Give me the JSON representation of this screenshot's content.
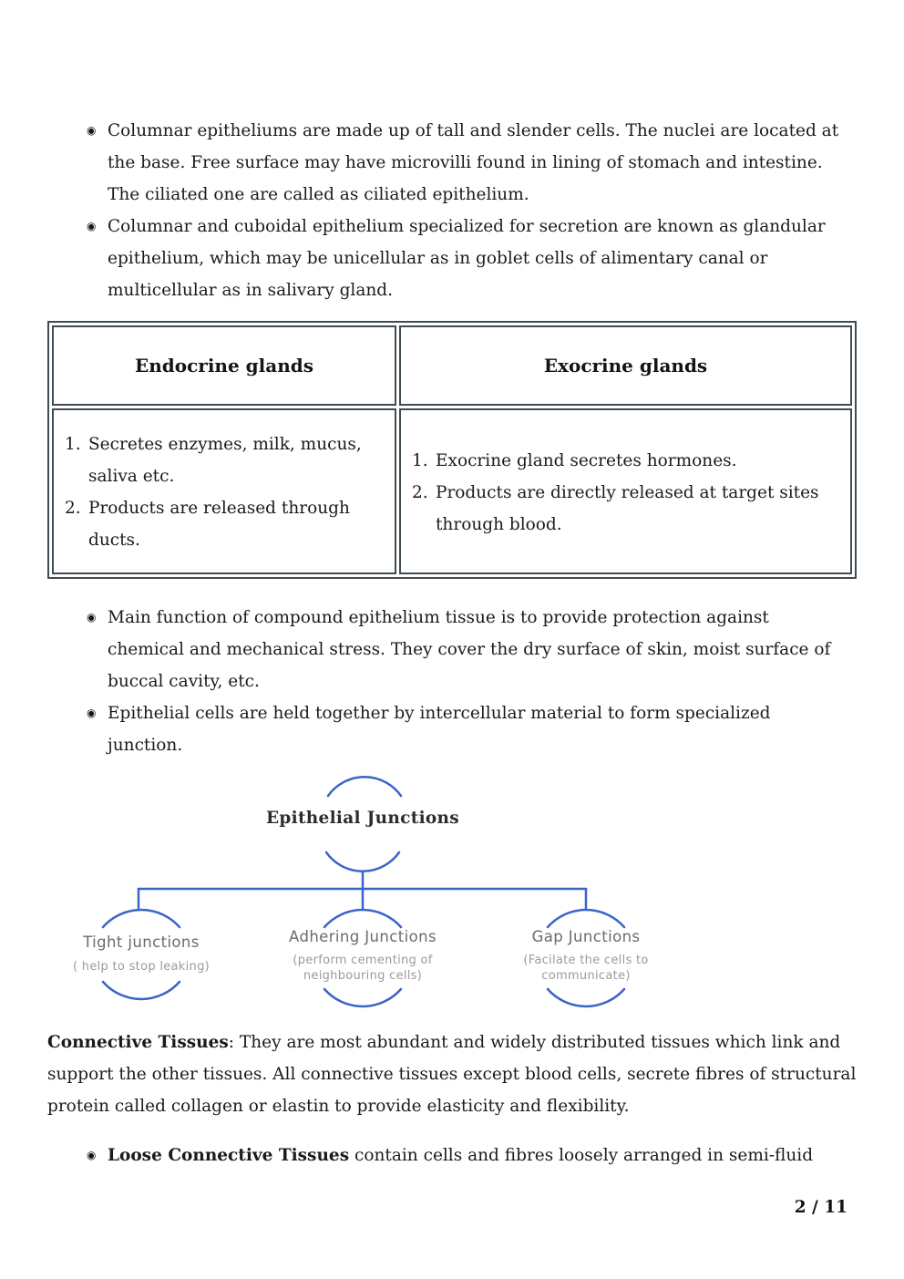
{
  "colors": {
    "diagram_blue": "#3a64c8",
    "table_border": "#3f4d52"
  },
  "bullet_glyph": "◉",
  "bullets_top": [
    {
      "text": "Columnar epitheliums are made up of tall and slender cells. The nuclei are located at\nthe base. Free surface may have microvilli found in lining of stomach and intestine.\nThe ciliated one are called as ciliated epithelium."
    },
    {
      "text": "Columnar and cuboidal epithelium specialized for secretion are known as glandular\nepithelium, which may be unicellular as in goblet cells of alimentary canal or\nmulticellular as in salivary gland."
    }
  ],
  "table": {
    "headers": [
      "Endocrine glands",
      "Exocrine glands"
    ],
    "endocrine_items": [
      {
        "num": "1.",
        "text": "Secretes enzymes, milk, mucus,\nsaliva etc."
      },
      {
        "num": "2.",
        "text": "Products are released through\nducts."
      }
    ],
    "exocrine_items": [
      {
        "num": "1.",
        "text": "Exocrine gland secretes hormones."
      },
      {
        "num": "2.",
        "text": "Products are directly released at target sites\nthrough blood."
      }
    ]
  },
  "bullets_mid": [
    {
      "text": "Main function of compound epithelium tissue is to provide protection against\nchemical and mechanical stress. They cover the dry surface of skin, moist surface of\nbuccal cavity, etc."
    },
    {
      "text": "Epithelial cells are held together by intercellular material to form specialized\njunction."
    }
  ],
  "diagram": {
    "root_label": "Epithelial Junctions",
    "children": [
      {
        "label": "Tight junctions",
        "desc": "( help to stop leaking)"
      },
      {
        "label": "Adhering Junctions",
        "desc": "(perform cementing of\nneighbouring cells)"
      },
      {
        "label": "Gap Junctions",
        "desc": "(Facilate the cells to\ncommunicate)"
      }
    ]
  },
  "connective": {
    "lead": "Connective Tissues",
    "rest": ": They are most abundant and widely distributed tissues which link and\nsupport the other tissues. All connective tissues except blood cells, secrete fibres of structural\nprotein called collagen or elastin to provide elasticity and flexibility."
  },
  "loose": {
    "lead": "Loose Connective Tissues",
    "rest": " contain cells and fibres loosely arranged in semi-fluid"
  },
  "footer": {
    "page_number": "2 / 11"
  }
}
